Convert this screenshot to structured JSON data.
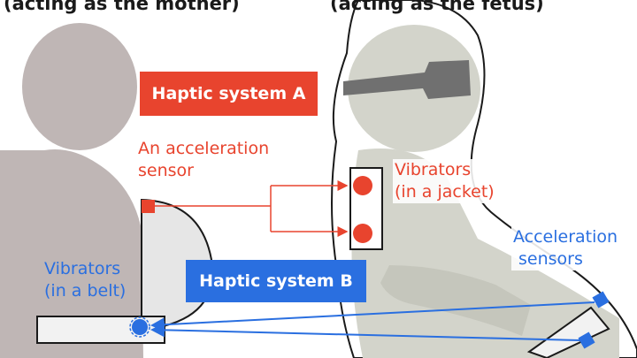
{
  "headings": {
    "left": "(acting as the mother)",
    "right": "(acting as the fetus)"
  },
  "systems": {
    "a": "Haptic system A",
    "b": "Haptic system B"
  },
  "labels": {
    "accel_sensor_line1": "An acceleration",
    "accel_sensor_line2": "sensor",
    "vibrators_jacket_line1": "Vibrators",
    "vibrators_jacket_line2": "(in a jacket)",
    "accel_sensors_line1": "Acceleration",
    "accel_sensors_line2": "sensors",
    "vibrators_belt_line1": "Vibrators",
    "vibrators_belt_line2": "(in a belt)"
  },
  "colors": {
    "red": "#e8442e",
    "blue": "#2a6fe0",
    "person_left": "#bfb6b5",
    "person_right": "#d3d4cb",
    "goggles": "#707070"
  }
}
